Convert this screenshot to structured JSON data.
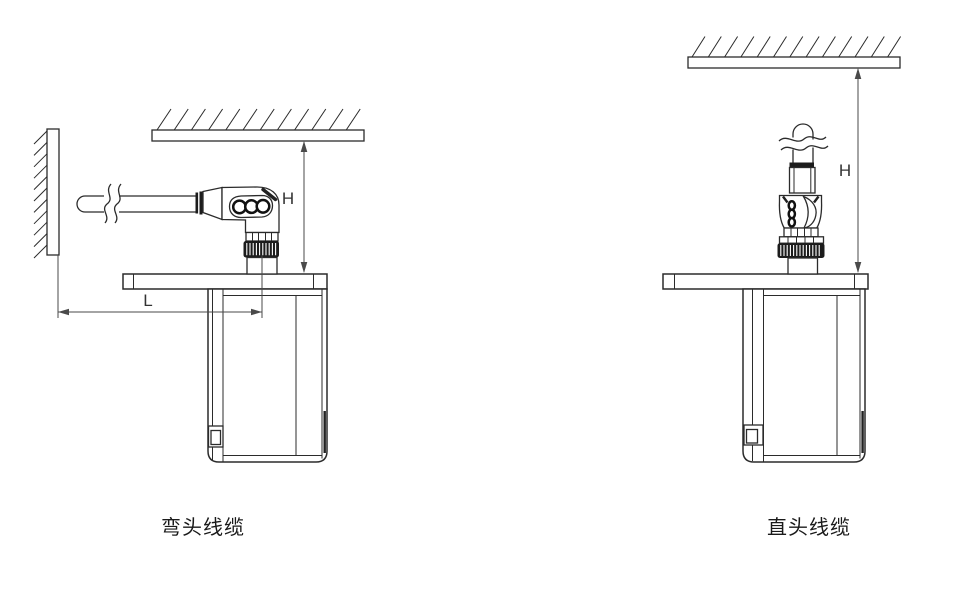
{
  "colors": {
    "background": "#ffffff",
    "line": "#2b2b2b",
    "dimension": "#4a4a4a",
    "label": "#333333",
    "dark_fill": "#1c1c1c"
  },
  "left_diagram": {
    "caption": "弯头线缆",
    "height_label": "H",
    "length_label": "L"
  },
  "right_diagram": {
    "caption": "直头线缆",
    "height_label": "H"
  }
}
